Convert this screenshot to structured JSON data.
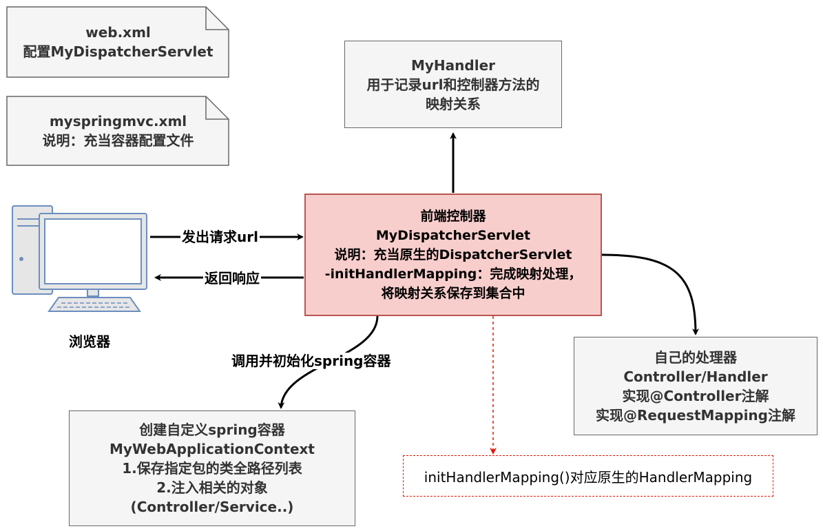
{
  "notes": [
    {
      "lines": [
        "web.xml",
        "配置MyDispatcherServlet"
      ]
    },
    {
      "lines": [
        "myspringmvc.xml",
        "说明：充当容器配置文件"
      ]
    }
  ],
  "my_handler": {
    "lines": [
      "MyHandler",
      "用于记录url和控制器方法的",
      "映射关系"
    ]
  },
  "front_controller": {
    "lines": [
      "前端控制器",
      "MyDispatcherServlet",
      "说明：充当原生的DispatcherServlet",
      "-initHandlerMapping：完成映射处理，",
      "将映射关系保存到集合中"
    ]
  },
  "browser": {
    "label": "浏览器"
  },
  "edges": {
    "send_request": "发出请求url",
    "return_response": "返回响应",
    "init_container": "调用并初始化spring容器"
  },
  "own_handler": {
    "lines": [
      "自己的处理器",
      "Controller/Handler",
      "实现@Controller注解",
      "实现@RequestMapping注解"
    ]
  },
  "spring_container": {
    "lines": [
      "创建自定义spring容器",
      "MyWebApplicationContext",
      "1.保存指定包的类全路径列表",
      "2.注入相关的对象",
      "(Controller/Service..)"
    ]
  },
  "mapping_note": {
    "text": "initHandlerMapping()对应原生的HandlerMapping"
  },
  "colors": {
    "gray_fill": "#f5f5f5",
    "gray_stroke": "#666666",
    "pink_fill": "#f8cecc",
    "pink_stroke": "#b85450",
    "dashed_red": "#e51400",
    "computer_blue": "#6c8ebf"
  }
}
